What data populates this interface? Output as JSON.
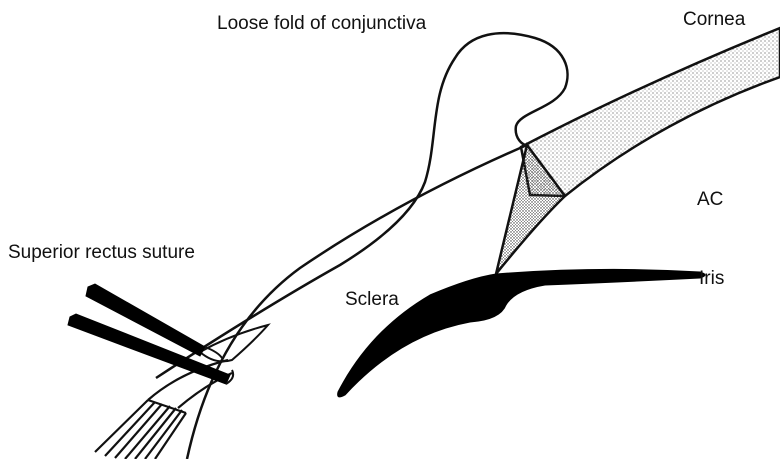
{
  "labels": {
    "conjunctiva_fold": "Loose fold of conjunctiva",
    "cornea": "Cornea",
    "superior_rectus_suture": "Superior rectus suture",
    "anterior_chamber": "AC",
    "iris": "Iris",
    "sclera": "Sclera"
  },
  "colors": {
    "line": "#111111",
    "fill_dark": "#000000",
    "background": "#ffffff"
  }
}
